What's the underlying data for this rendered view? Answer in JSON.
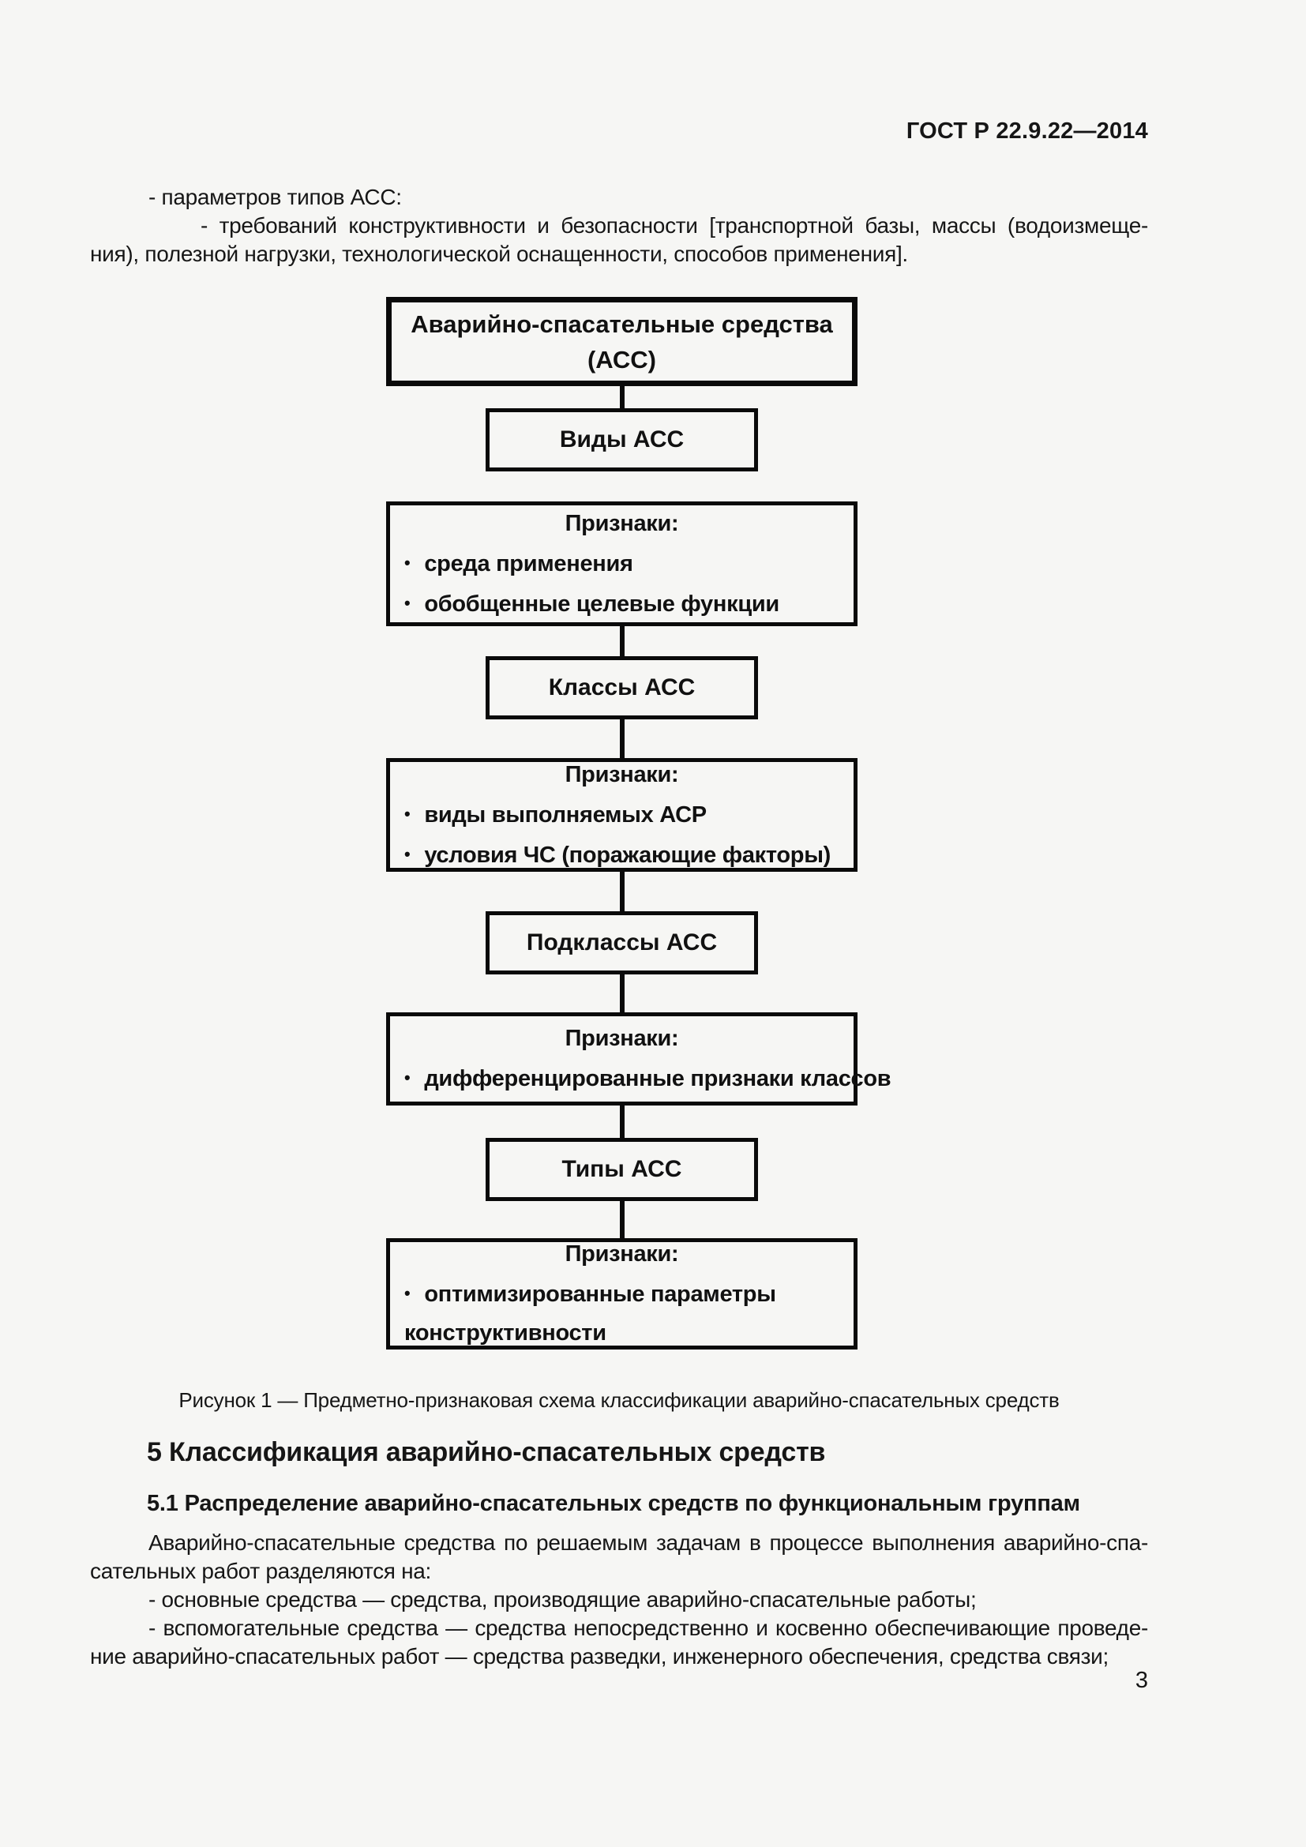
{
  "doc": {
    "header": "ГОСТ Р 22.9.22—2014",
    "page_number": "3"
  },
  "colors": {
    "page_background": "#f6f6f4",
    "text": "#161616",
    "box_border": "#0a0a0a"
  },
  "intro": {
    "p1": "- параметров типов АСС:",
    "p2_line1": "- требований конструктивности и безопасности [транспортной базы, массы (водоизмеще-",
    "p2_line2": "ния), полезной нагрузки, технологической оснащенности, способов применения]."
  },
  "flowchart": {
    "nodes": [
      {
        "type": "title",
        "lines": [
          "Аварийно-спасательные средства",
          "(АСС)"
        ]
      },
      {
        "type": "level",
        "label": "Виды АСС"
      },
      {
        "type": "criteria",
        "title": "Признаки:",
        "bullets": [
          "среда применения",
          "обобщенные целевые функции"
        ]
      },
      {
        "type": "level",
        "label": "Классы АСС"
      },
      {
        "type": "criteria",
        "title": "Признаки:",
        "bullets": [
          "виды выполняемых АСР",
          "условия ЧС (поражающие факторы)"
        ]
      },
      {
        "type": "level",
        "label": "Подклассы АСС"
      },
      {
        "type": "criteria",
        "title": "Признаки:",
        "bullets": [
          "дифференцированные признаки классов"
        ]
      },
      {
        "type": "level",
        "label": "Типы АСС"
      },
      {
        "type": "criteria",
        "title": "Признаки:",
        "bullets": [
          "оптимизированные параметры конструктивности"
        ]
      }
    ]
  },
  "figure": {
    "caption": "Рисунок 1 — Предметно-признаковая схема классификации аварийно-спасательных средств"
  },
  "section": {
    "heading": "5 Классификация аварийно-спасательных средств",
    "subheading": "5.1 Распределение аварийно-спасательных средств по функциональным группам",
    "p1_line1": "Аварийно-спасательные средства по решаемым задачам в процессе выполнения аварийно-спа-",
    "p1_line2": "сательных работ разделяются на:",
    "p2": "- основные средства — средства, производящие аварийно-спасательные работы;",
    "p3_line1": "- вспомогательные средства — средства непосредственно и косвенно обеспечивающие проведе-",
    "p3_line2": "ние аварийно-спасательных работ — средства разведки, инженерного обеспечения, средства связи;"
  }
}
